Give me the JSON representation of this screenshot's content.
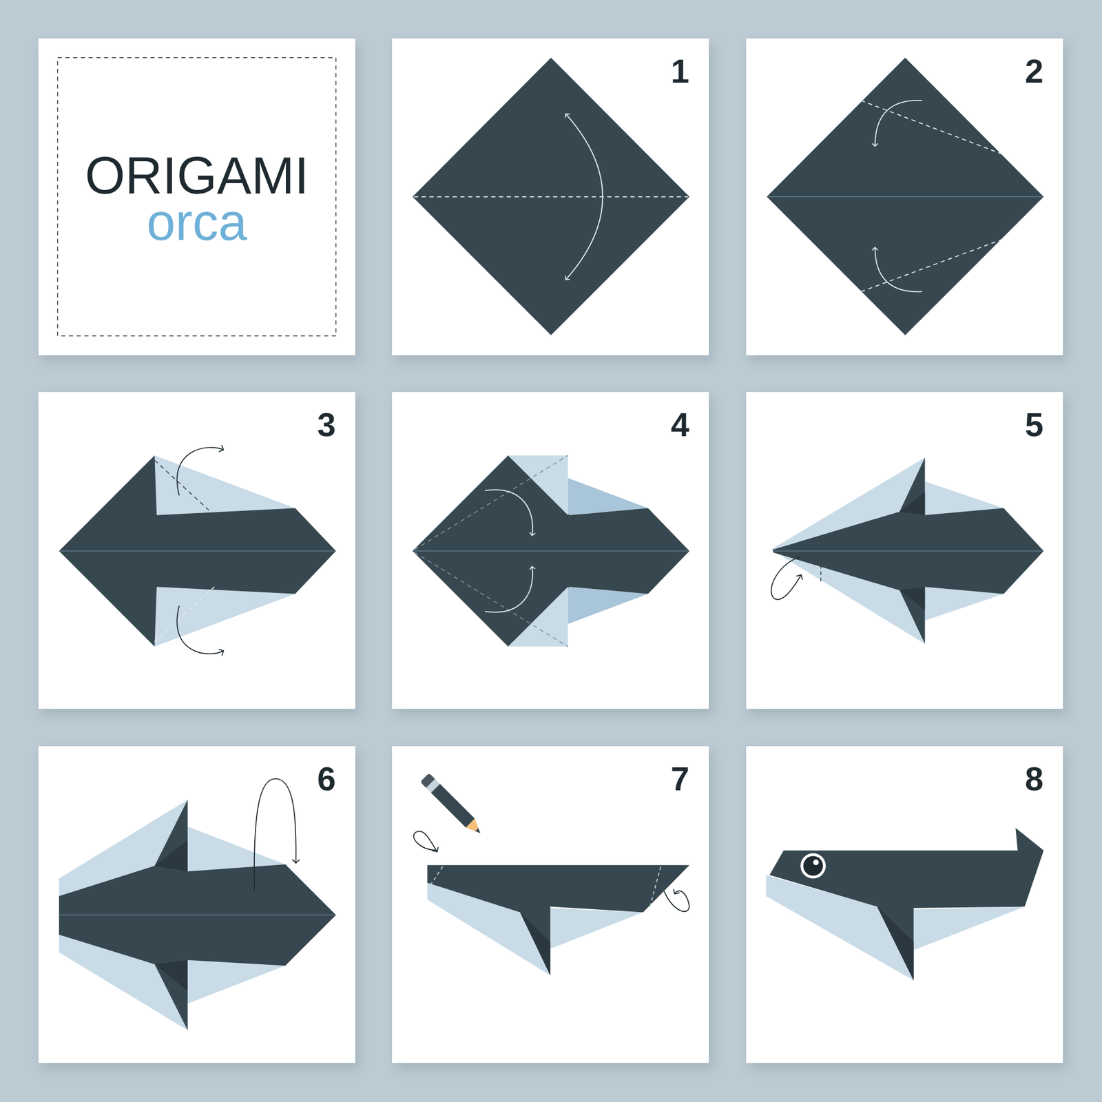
{
  "diagram": {
    "nodes": [
      {
        "text": [
          "ORIGAMI",
          "orca"
        ]
      },
      {
        "text": [
          "1"
        ]
      },
      {
        "text": [
          "2"
        ]
      },
      {
        "text": [
          "3"
        ]
      },
      {
        "text": [
          "4"
        ]
      },
      {
        "text": [
          "5"
        ]
      },
      {
        "text": [
          "6"
        ]
      },
      {
        "text": [
          "7"
        ]
      },
      {
        "text": [
          "8"
        ]
      }
    ]
  }
}
